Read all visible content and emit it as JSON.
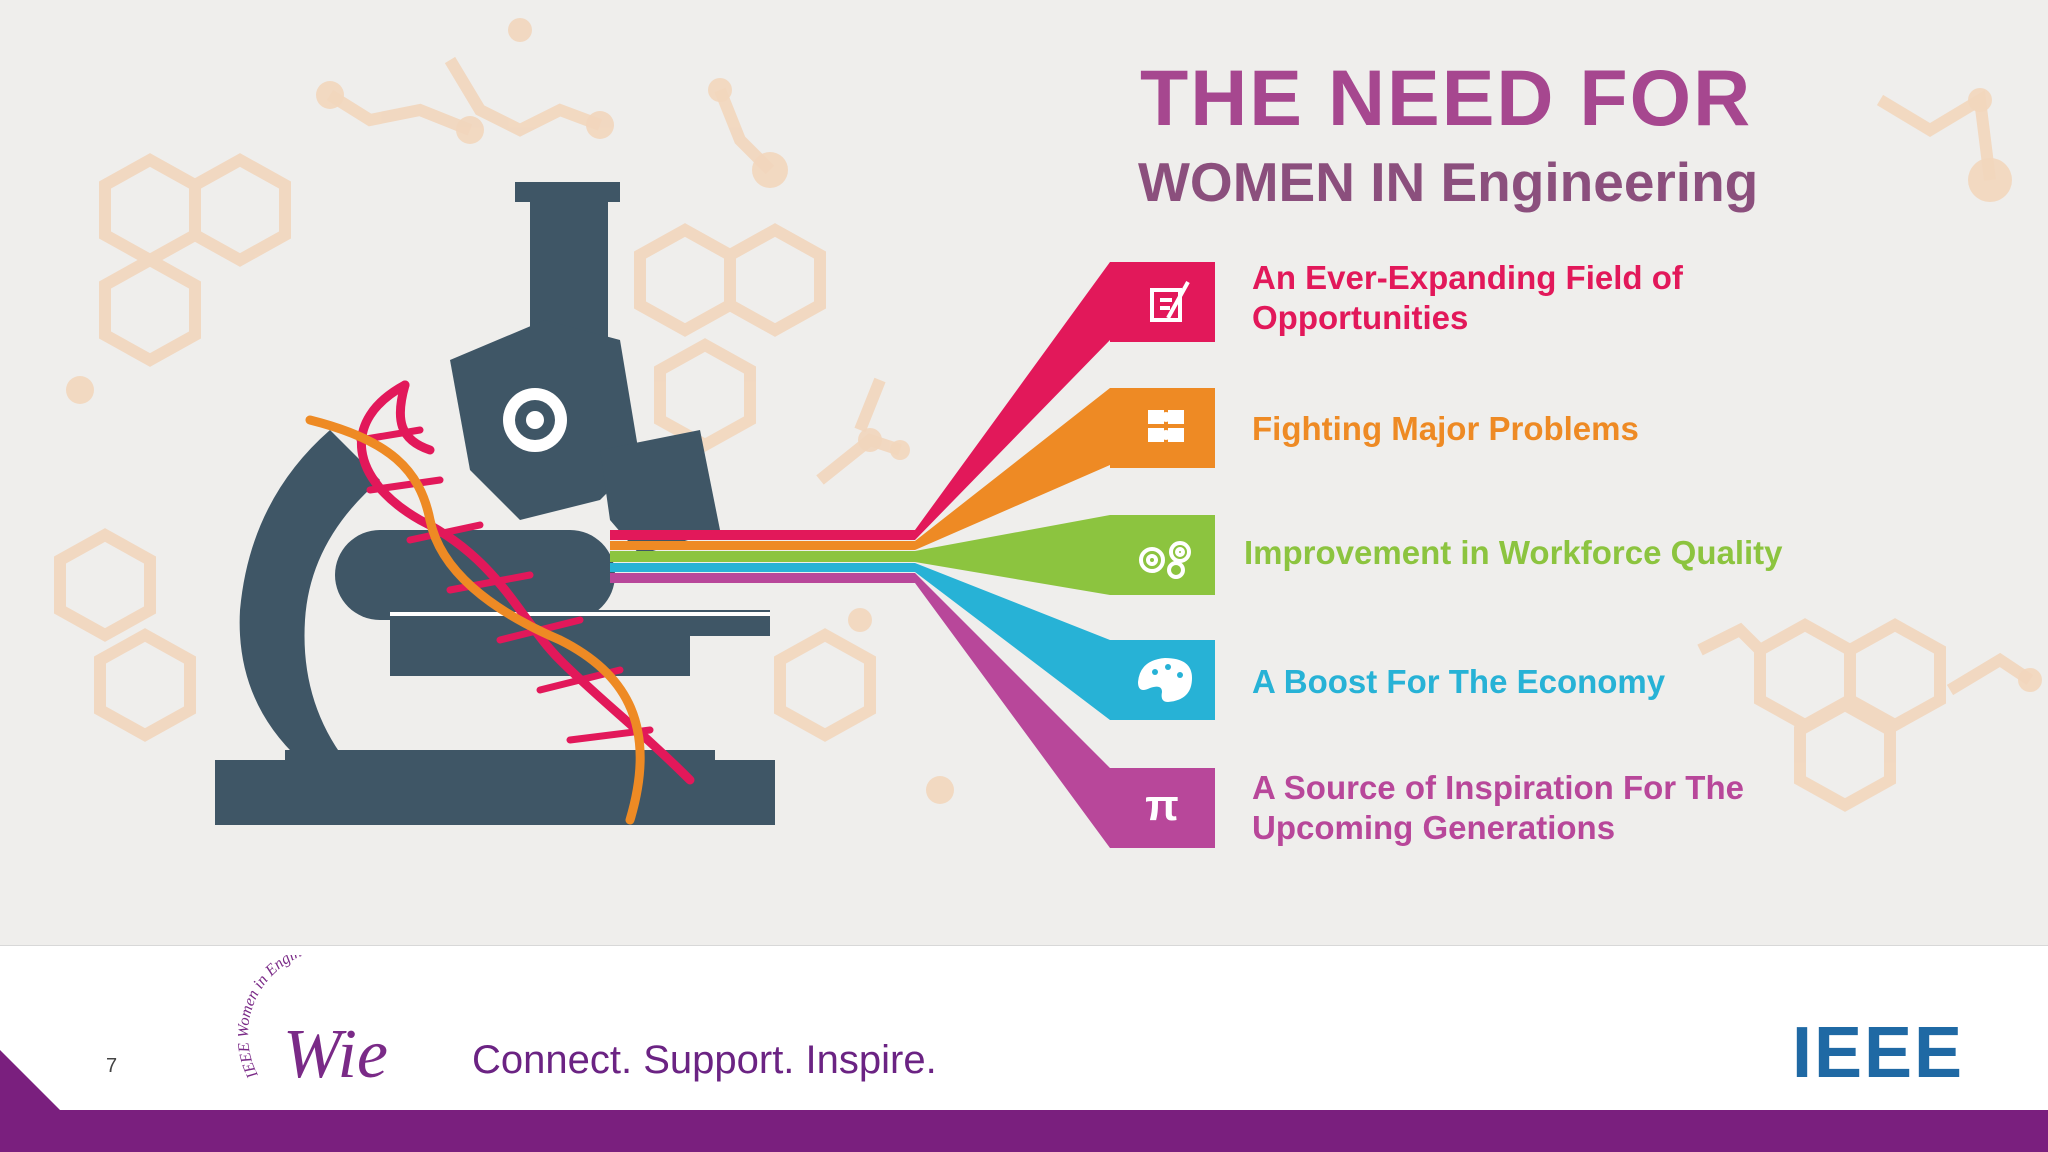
{
  "slide": {
    "title_line1": "THE NEED FOR",
    "title_line2": "WOMEN IN Engineering",
    "items": [
      {
        "line1": "An Ever-Expanding Field of",
        "line2": "Opportunities",
        "color": "#e2185a",
        "icon": "edit-document-icon"
      },
      {
        "line1": "Fighting Major Problems",
        "line2": "",
        "color": "#ee8a24",
        "icon": "puzzle-icon"
      },
      {
        "line1": "Improvement in Workforce Quality",
        "line2": "",
        "color": "#8cc43f",
        "icon": "gears-icon"
      },
      {
        "line1": "A Boost For The Economy",
        "line2": "",
        "color": "#27b2d6",
        "icon": "palette-icon"
      },
      {
        "line1": "A Source of Inspiration For The",
        "line2": "Upcoming Generations",
        "color": "#b8479a",
        "icon": "pi-icon"
      }
    ],
    "pi_symbol": "π"
  },
  "footer": {
    "page_number": "7",
    "tagline": "Connect. Support. Inspire.",
    "wie_logo_text": "IEEE Women in Engineering",
    "wie_logo_mark": "Wie",
    "ieee_logo_text": "IEEE"
  },
  "colors": {
    "title": "#a6478f",
    "subtitle": "#8b4f7d",
    "microscope": "#3f5666",
    "footer_bar": "#7a1f7e",
    "ieee_blue": "#1f69a4"
  }
}
